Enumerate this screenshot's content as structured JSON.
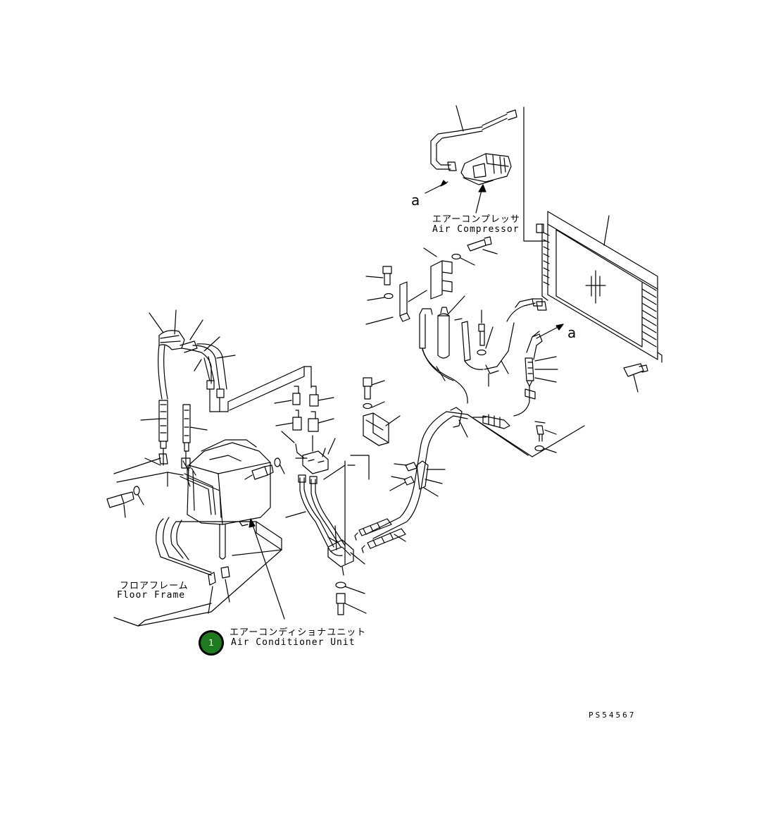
{
  "labels": {
    "compressor_jp": "エアーコンプレッサ",
    "compressor_en": "Air Compressor",
    "floor_jp": "フロアフレーム",
    "floor_en": "Floor Frame",
    "unit_jp": "エアーコンディショナユニット",
    "unit_en": "Air Conditioner Unit",
    "ref_a_top": "a",
    "ref_a_right": "a",
    "drawing_code": "PS54567"
  },
  "marker": {
    "number": "1",
    "color": "#1e7a1e"
  }
}
